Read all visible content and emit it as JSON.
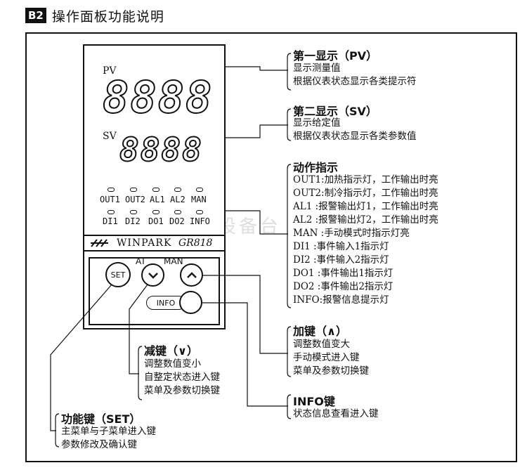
{
  "header": {
    "badge": "B2",
    "title": "操作面板功能说明"
  },
  "device": {
    "pv_label": "PV",
    "pv_value": "8888",
    "sv_label": "SV",
    "sv_value": "8888",
    "led_row1": [
      "OUT1",
      "OUT2",
      "AL1",
      "AL2",
      "MAN"
    ],
    "led_row2": [
      "DI1",
      "DI2",
      "DO1",
      "DO2",
      "INFO"
    ],
    "brand": "WINPARK",
    "model": "GR818",
    "keys": {
      "set": "SET",
      "at": "AT",
      "man": "MAN",
      "info": "INFO"
    }
  },
  "watermark": "仪表设备台",
  "sections": {
    "pv": {
      "title": "第一显示（PV）",
      "lines": [
        "显示测量值",
        "根据仪表状态显示各类提示符"
      ]
    },
    "sv": {
      "title": "第二显示（SV）",
      "lines": [
        "显示给定值",
        "根据仪表状态显示各类参数值"
      ]
    },
    "action": {
      "title": "动作指示",
      "lines": [
        "OUT1:加热指示灯，工作输出时亮",
        "OUT2:制冷指示灯，工作输出时亮",
        "AL1 :报警输出灯1，工作输出时亮",
        "AL2 :报警输出灯2，工作输出时亮",
        "MAN :手动模式时指示灯亮",
        "DI1 :事件输入1指示灯",
        "DI2 :事件输入2指示灯",
        "DO1 :事件输出1指示灯",
        "DO2 :事件输出2指示灯",
        "INFO:报警信息提示灯"
      ]
    },
    "up": {
      "title": "加键（∧）",
      "lines": [
        "调整数值变大",
        "手动模式进入键",
        "菜单及参数切换键"
      ]
    },
    "down": {
      "title": "减键（∨）",
      "lines": [
        "调整数值变小",
        "自整定状态进入键",
        "菜单及参数切换键"
      ]
    },
    "info": {
      "title": "INFO键",
      "lines": [
        "状态信息查看进入键"
      ]
    },
    "set": {
      "title": "功能键（SET）",
      "lines": [
        "主菜单与子菜单进入键",
        "参数修改及确认键"
      ]
    }
  }
}
